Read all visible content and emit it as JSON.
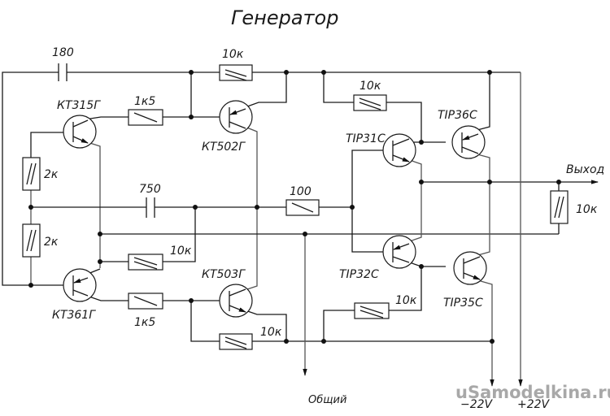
{
  "title": "Генератор",
  "watermark": "uSamodelkina.ru",
  "components": {
    "c1": {
      "type": "capacitor",
      "value": "180"
    },
    "c2": {
      "type": "capacitor",
      "value": "750"
    },
    "r_top": {
      "type": "resistor",
      "value": "10к"
    },
    "r_1k5_top": {
      "type": "resistor",
      "value": "1к5"
    },
    "r_1k5_bot": {
      "type": "resistor",
      "value": "1к5"
    },
    "r_2k_top": {
      "type": "resistor",
      "value": "2к"
    },
    "r_2k_bot": {
      "type": "resistor",
      "value": "2к"
    },
    "r_10k_mid": {
      "type": "resistor",
      "value": "10к"
    },
    "r_10k_bot": {
      "type": "resistor",
      "value": "10к"
    },
    "r_100": {
      "type": "resistor",
      "value": "100"
    },
    "r_10k_upper_right": {
      "type": "resistor",
      "value": "10к"
    },
    "r_10k_lower_right": {
      "type": "resistor",
      "value": "10к"
    },
    "r_10k_load": {
      "type": "resistor",
      "value": "10к"
    },
    "q1": {
      "type": "npn",
      "name": "КТ315Г"
    },
    "q2": {
      "type": "pnp",
      "name": "КТ361Г"
    },
    "q3": {
      "type": "pnp",
      "name": "КТ502Г"
    },
    "q4": {
      "type": "npn",
      "name": "КТ503Г"
    },
    "q5": {
      "type": "npn",
      "name": "TIP31C"
    },
    "q6": {
      "type": "pnp",
      "name": "TIP32C"
    },
    "q7": {
      "type": "pnp",
      "name": "TIP36C"
    },
    "q8": {
      "type": "npn",
      "name": "TIP35C"
    }
  },
  "terminals": {
    "output": "Выход",
    "common": "Общий",
    "neg_supply": "−22V",
    "pos_supply": "+22V"
  }
}
